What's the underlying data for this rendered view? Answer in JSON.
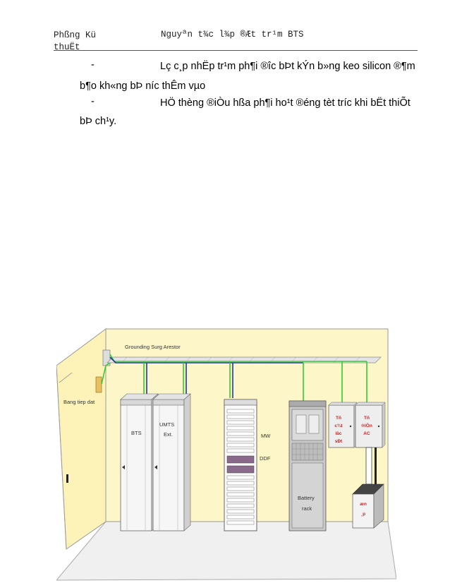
{
  "header": {
    "dept_line1": "Phßng Kü",
    "dept_line2": "thuËt",
    "doc_title": "Nguyªn t¾c l¾p ®Æt tr¹m BTS"
  },
  "body": {
    "bullet_marker": "-",
    "item1_line1": "Lç c¸p nhËp tr¹m ph¶i ®­îc bÞt kÝn b»ng keo silicon ®¶m",
    "item1_line2": "b¶o kh«ng bÞ n­íc thÊm vµo",
    "item2_line1": "HÖ thèng ®iÒu hßa ph¶i ho¹t ®éng tèt tr­íc khi bËt thiÕt",
    "item2_line2": "bÞ ch¹y."
  },
  "figure": {
    "grounding_label": "Grounding Surg Arestor",
    "bang_label": "Bang tiep dat",
    "bts_label": "BTS",
    "umts_label1": "UMTS",
    "umts_label2": "Ext.",
    "mw_label": "MW",
    "ddf_label": "DDF",
    "battery_label1": "Battery",
    "battery_label2": "rack",
    "panel1_line1": "Tñ",
    "panel1_line2": "c¾t",
    "panel1_line3": "läc",
    "panel1_line4": "sÐt",
    "panel2_line1": "Tñ",
    "panel2_line2": "®iÖn",
    "panel2_line3": "AC",
    "ups_line1": "æn",
    "ups_line2": "¸p",
    "colors": {
      "wall": "#fdf6c8",
      "floor": "#f2f2f2",
      "ground_wire": "#33cc33",
      "signal_wire": "#2233aa",
      "panel_text": "#cc2222"
    }
  }
}
